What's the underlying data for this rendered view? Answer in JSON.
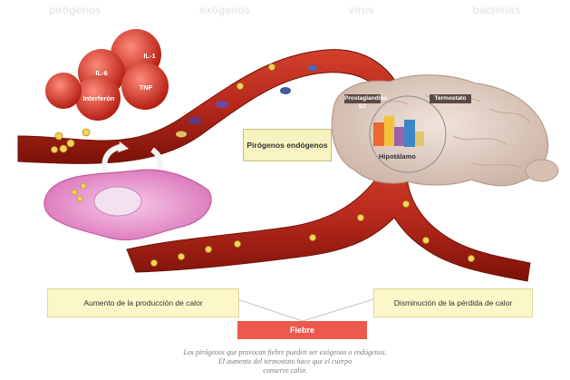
{
  "header": {
    "items": [
      "pirógenos",
      "exógenos",
      "virus",
      "bacterias"
    ]
  },
  "cytokines": [
    "IL-1",
    "IL-6",
    "TNF",
    "Interferón"
  ],
  "brain": {
    "left_label": "Prostaglandina E2",
    "right_label": "Termostato",
    "hypothalamus": "Hipotálamo"
  },
  "labels": {
    "pyrogens": "Pirógenos endógenos",
    "increase_heat": "Aumento de la producción de calor",
    "decrease_heat": "Disminución de la pérdida de calor",
    "fever": "Fiebre"
  },
  "caption": [
    "Los pirógenos que provocan fiebre pueden ser exógenos o endógenos.",
    "El aumento del termostato hace que el cuerpo",
    "conserve calor."
  ],
  "colors": {
    "vessel": "#b5281c",
    "vessel_dark": "#7a1208",
    "cell": "#ec9ad0",
    "fever": "#ec5a4e",
    "label_box": "#fbf7c8"
  }
}
